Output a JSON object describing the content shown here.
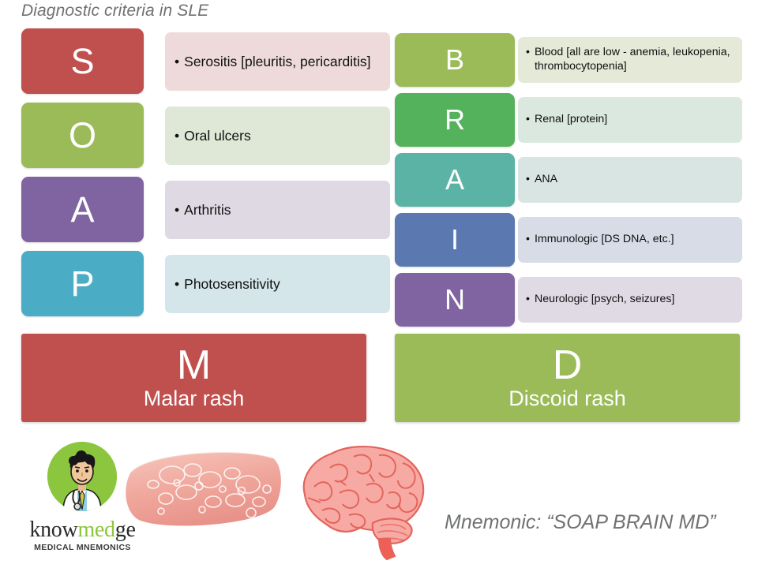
{
  "title": "Diagnostic criteria in SLE",
  "left_column": [
    {
      "letter": "S",
      "bullet": "•",
      "text": "Serositis [pleuritis, pericarditis]",
      "box_color": "#C0504D",
      "panel_color": "#EEDADA"
    },
    {
      "letter": "O",
      "bullet": "•",
      "text": "Oral ulcers",
      "box_color": "#9BBB59",
      "panel_color": "#DFE7D6"
    },
    {
      "letter": "A",
      "bullet": "•",
      "text": "Arthritis",
      "box_color": "#8064A2",
      "panel_color": "#DFD9E3"
    },
    {
      "letter": "P",
      "bullet": "•",
      "text": "Photosensitivity",
      "box_color": "#4BACC6",
      "panel_color": "#D5E6EB"
    }
  ],
  "right_column": [
    {
      "letter": "B",
      "bullet": "•",
      "text": "Blood [all are low - anemia, leukopenia, thrombocytopenia]",
      "box_color": "#9BBB59",
      "panel_color": "#E5E9D8"
    },
    {
      "letter": "R",
      "bullet": "•",
      "text": "Renal [protein]",
      "box_color": "#55B25C",
      "panel_color": "#DBE8DF"
    },
    {
      "letter": "A",
      "bullet": "•",
      "text": "ANA",
      "box_color": "#5BB3A5",
      "panel_color": "#D8E5E3"
    },
    {
      "letter": "I",
      "bullet": "•",
      "text": "Immunologic [DS DNA, etc.]",
      "box_color": "#5B79B0",
      "panel_color": "#D7DCE7"
    },
    {
      "letter": "N",
      "bullet": "•",
      "text": "Neurologic [psych, seizures]",
      "box_color": "#8064A2",
      "panel_color": "#DFDAE4"
    }
  ],
  "summary_boxes": [
    {
      "letter": "M",
      "label": "Malar rash",
      "color": "#C0504D"
    },
    {
      "letter": "D",
      "label": "Discoid rash",
      "color": "#9BBB59"
    }
  ],
  "footer": {
    "mnemonic": "Mnemonic: “SOAP BRAIN MD”",
    "logo_word_part1": "know",
    "logo_word_part2": "med",
    "logo_word_part3": "ge",
    "logo_tagline": "MEDICAL MNEMONICS"
  },
  "colors": {
    "title_gray": "#6f7173",
    "logo_green": "#8cc63e",
    "soap_pink": "#f0a9a0",
    "brain_pink": "#f3a5a0"
  }
}
